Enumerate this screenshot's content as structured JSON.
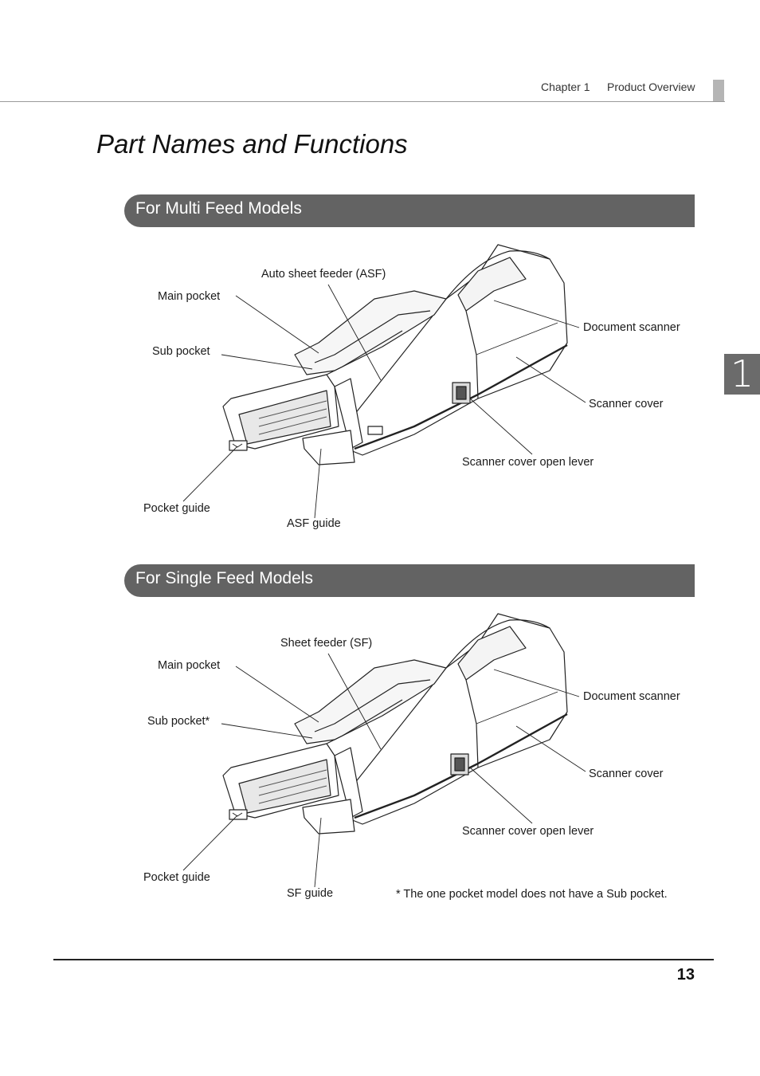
{
  "header": {
    "chapter": "Chapter 1",
    "section": "Product Overview"
  },
  "side_tab": "1",
  "title": "Part Names and Functions",
  "multi": {
    "heading": "For Multi Feed Models",
    "labels": {
      "asf": "Auto sheet feeder (ASF)",
      "main_pocket": "Main pocket",
      "sub_pocket": "Sub pocket",
      "document_scanner": "Document scanner",
      "scanner_cover": "Scanner cover",
      "cover_lever": "Scanner cover open lever",
      "pocket_guide": "Pocket guide",
      "asf_guide": "ASF guide"
    }
  },
  "single": {
    "heading": "For Single Feed Models",
    "labels": {
      "sf": "Sheet feeder (SF)",
      "main_pocket": "Main pocket",
      "sub_pocket": "Sub pocket*",
      "document_scanner": "Document scanner",
      "scanner_cover": "Scanner cover",
      "cover_lever": "Scanner cover open lever",
      "pocket_guide": "Pocket guide",
      "sf_guide": "SF guide"
    },
    "note": "* The one pocket model does not have a Sub pocket."
  },
  "page_number": "13"
}
